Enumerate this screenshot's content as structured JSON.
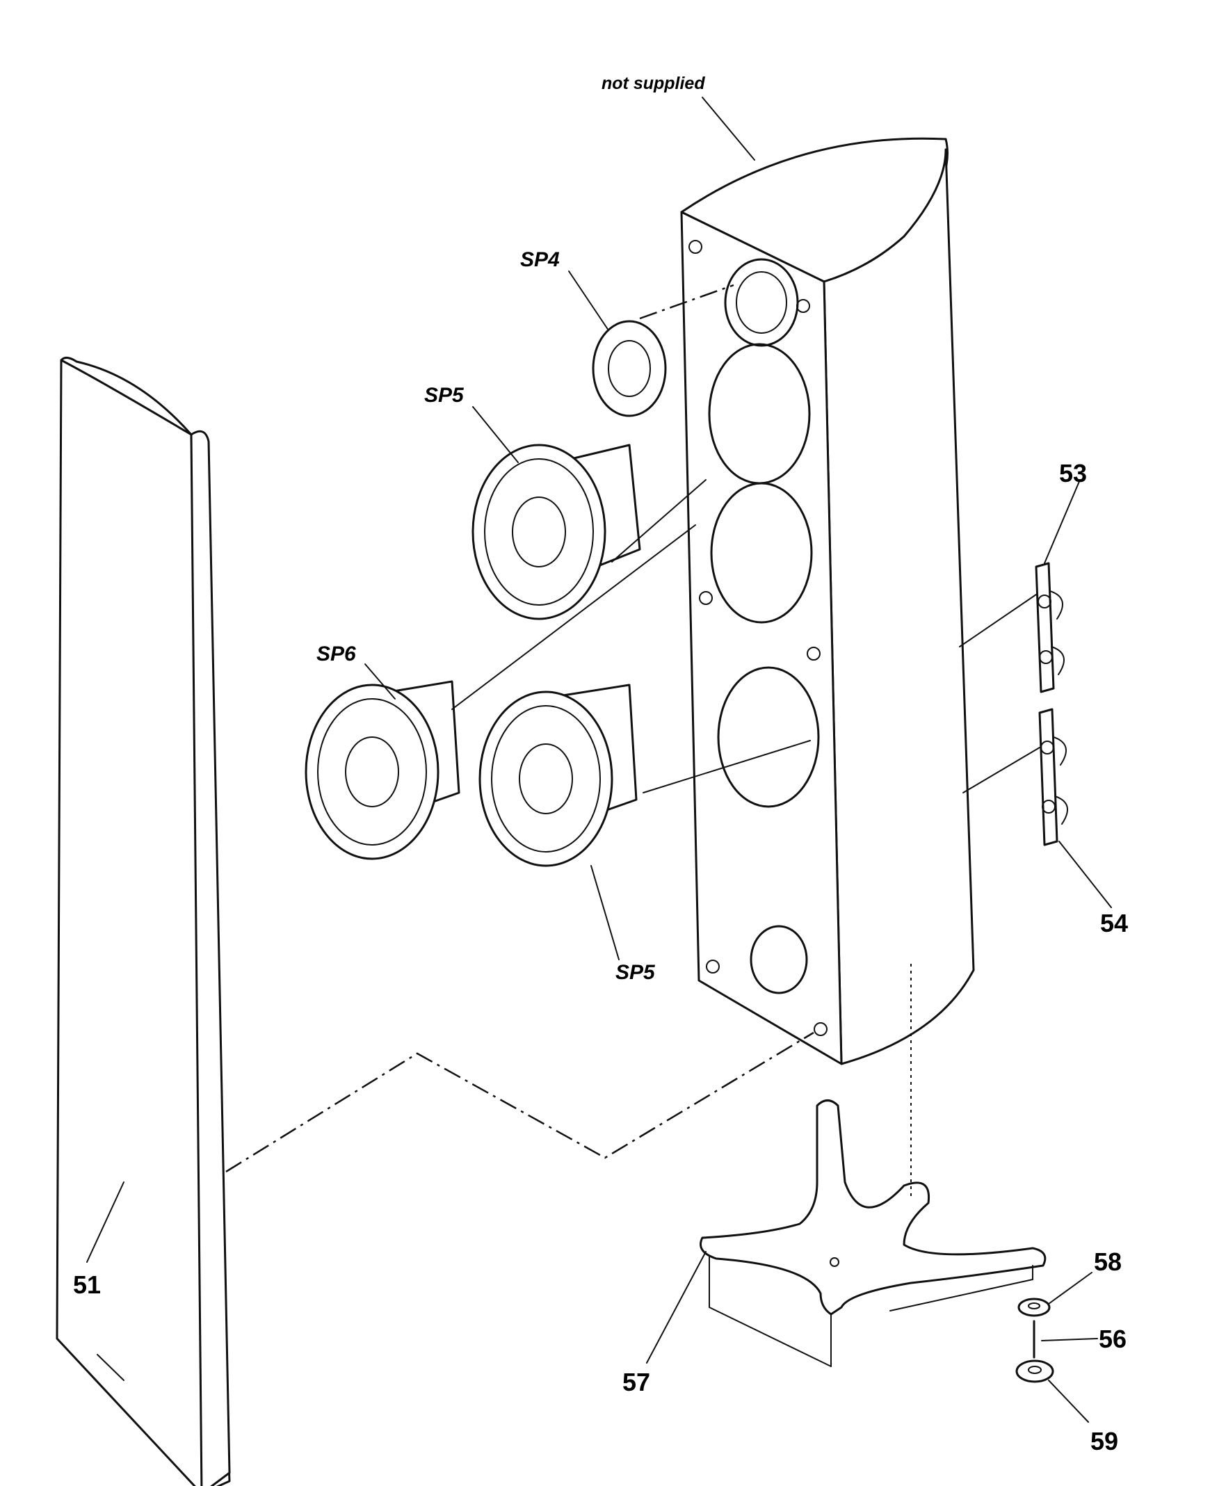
{
  "labels": {
    "not_supplied": "not supplied",
    "sp4": "SP4",
    "sp5_upper": "SP5",
    "sp6": "SP6",
    "sp5_lower": "SP5",
    "p51": "51",
    "p53": "53",
    "p54": "54",
    "p56": "56",
    "p57": "57",
    "p58": "58",
    "p59": "59"
  }
}
